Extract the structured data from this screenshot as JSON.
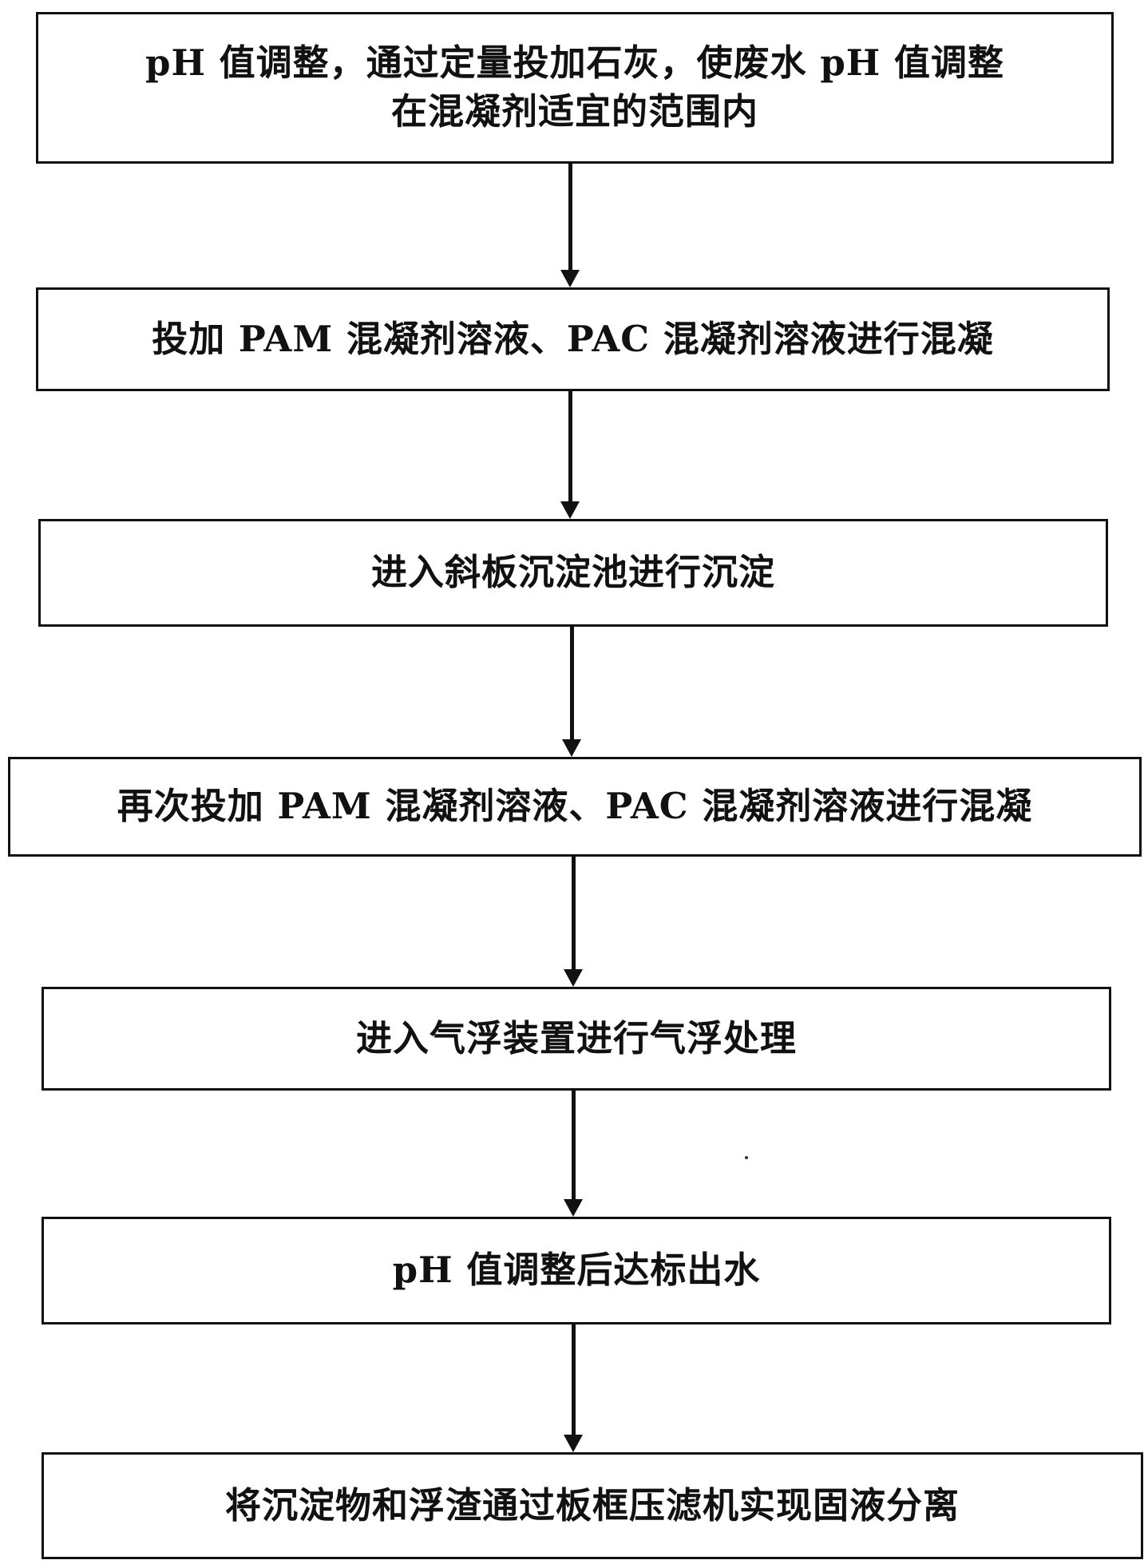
{
  "flowchart": {
    "steps": [
      {
        "line1": "pH 值调整，通过定量投加石灰，使废水 pH 值调整",
        "line2": "在混凝剂适宜的范围内"
      },
      {
        "line1": "投加 PAM 混凝剂溶液、PAC 混凝剂溶液进行混凝"
      },
      {
        "line1": "进入斜板沉淀池进行沉淀"
      },
      {
        "line1": "再次投加 PAM 混凝剂溶液、PAC 混凝剂溶液进行混凝"
      },
      {
        "line1": "进入气浮装置进行气浮处理"
      },
      {
        "line1": "pH 值调整后达标出水"
      },
      {
        "line1": "将沉淀物和浮渣通过板框压滤机实现固液分离"
      }
    ]
  }
}
